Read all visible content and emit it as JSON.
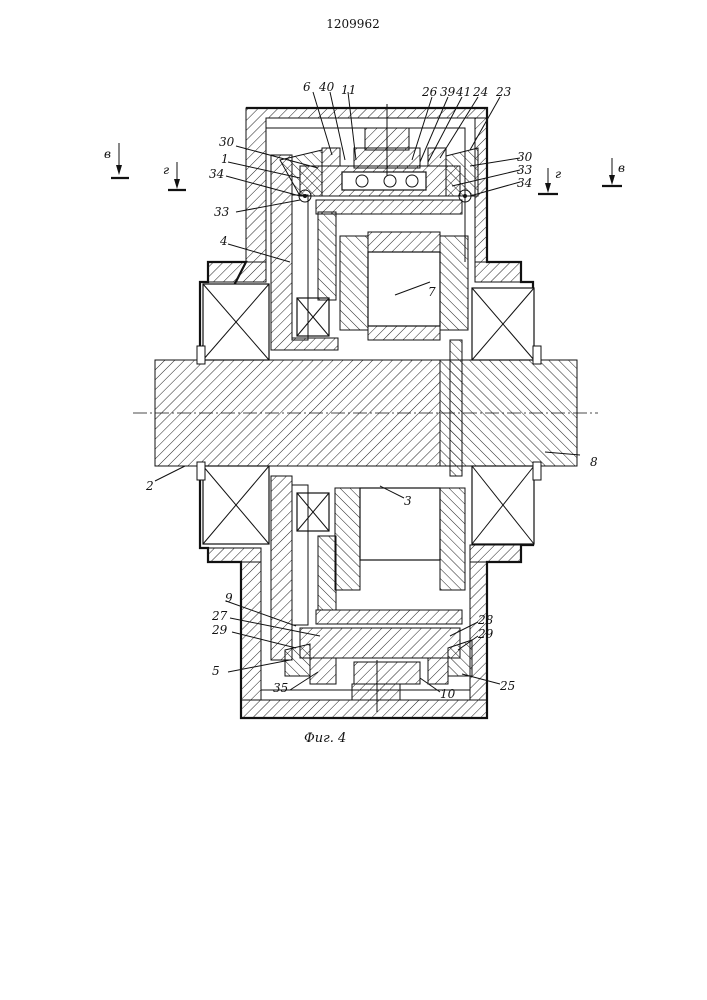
{
  "header": {
    "patent_number": "1209962"
  },
  "caption": "Фиг. 4",
  "section_marks": {
    "left_outer": "в",
    "left_inner": "г",
    "right_inner": "г",
    "right_outer": "в"
  },
  "callouts": {
    "n6": "6",
    "n40": "40",
    "n11": "11",
    "n26": "26",
    "n39": "39",
    "n41": "41",
    "n24": "24",
    "n23": "23",
    "n30_left": "30",
    "n1": "1",
    "n34_left": "34",
    "n33_left": "33",
    "n4": "4",
    "n30_right": "30",
    "n33_right": "33",
    "n34_right": "34",
    "n7": "7",
    "n2": "2",
    "n8": "8",
    "n3": "3",
    "n9": "9",
    "n27": "27",
    "n29_left": "29",
    "n5": "5",
    "n35": "35",
    "n28": "28",
    "n29_right": "29",
    "n10": "10",
    "n25": "25"
  }
}
